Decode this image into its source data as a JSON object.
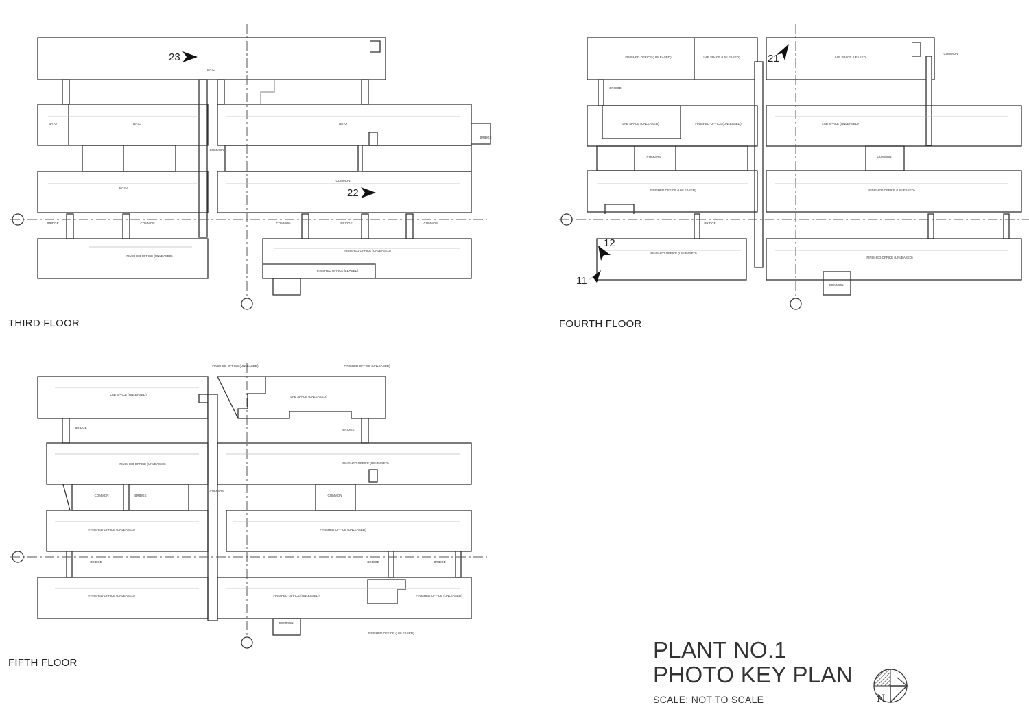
{
  "floors": [
    {
      "id": "third",
      "label": "THIRD FLOOR"
    },
    {
      "id": "fourth",
      "label": "FOURTH FLOOR"
    },
    {
      "id": "fifth",
      "label": "FIFTH FLOOR"
    }
  ],
  "title": {
    "line1": "PLANT NO.1",
    "line2": "PHOTO KEY PLAN",
    "scale": "SCALE:  NOT TO SCALE"
  },
  "north_label": "N",
  "photo_points": {
    "p23": "23",
    "p22": "22",
    "p21": "21",
    "p12": "12",
    "p11": "11"
  },
  "room_labels": {
    "third": {
      "bato1": "BATO",
      "bato_large": "BATO",
      "bato_mid": "BATO",
      "bato_ul": "BATO",
      "bato_low": "BATO",
      "common_center": "COMMON",
      "common_a": "COMMON",
      "common_b": "COMMON",
      "common_c": "COMMON",
      "common_d": "COMMON",
      "bridge_a": "BRIDGE",
      "bridge_b": "BRIDGE",
      "bridge_c": "BRIDGE",
      "office_a": "FINISHED OFFICE (UNLEASED)",
      "office_b": "FINISHED OFFICE (UNLEASED)",
      "office_c": "FINISHED OFFICE (LEASED)"
    },
    "fourth": {
      "office_top": "FINISHED OFFICE (UNLEASED)",
      "lab_top": "LAB SPACE (UNLEASED)",
      "lab_top_r": "LAB SPACE (LEASED)",
      "common_top": "COMMON",
      "bridge_l": "BRIDGE",
      "lab_mid": "LAB SPACE (UNLEASED)",
      "office_mid": "FINISHED OFFICE (UNLEASED)",
      "lab_mid_r": "LAB SPACE (UNLEASED)",
      "common_mid": "COMMON",
      "common_mid_r": "COMMON",
      "office_low": "FINISHED OFFICE (UNLEASED)",
      "office_low_r": "FINISHED OFFICE (UNLEASED)",
      "bridge_low": "BRIDGE",
      "office_bot": "FINISHED OFFICE (UNLEASED)",
      "office_bot_r": "FINISHED OFFICE (UNLEASED)",
      "common_bot": "COMMON"
    },
    "fifth": {
      "office_top_a": "FINISHED OFFICE (UNLEASED)",
      "office_top_b": "FINISHED OFFICE (UNLEASED)",
      "lab_a": "LAB SPACE (UNLEASED)",
      "lab_b": "LAB SPACE (UNLEASED)",
      "bridge_a": "BRIDGE",
      "bridge_b": "BRIDGE",
      "office_mid_a": "FINISHED OFFICE (UNLEASED)",
      "office_mid_b": "FINISHED OFFICE (UNLEASED)",
      "common_a": "COMMON",
      "bridge_c": "BRIDGE",
      "common_center": "COMMON",
      "common_r": "COMMON",
      "office_low_a": "FINISHED OFFICE (UNLEASED)",
      "office_low_b": "FINISHED OFFICE (UNLEASED)",
      "bridge_d": "BRIDGE",
      "bridge_e": "BRIDGE",
      "bridge_f": "BRIDGE",
      "office_bot_a": "FINISHED OFFICE (UNLEASED)",
      "office_bot_b": "FINISHED OFFICE (UNLEASED)",
      "office_bot_c": "FINISHED OFFICE (UNLEASED)",
      "common_bot": "COMMON",
      "office_ext": "FINISHED OFFICE (UNLEASED)"
    }
  },
  "colors": {
    "line": "#333333",
    "axis": "#555555",
    "light": "#b5b5b5"
  }
}
